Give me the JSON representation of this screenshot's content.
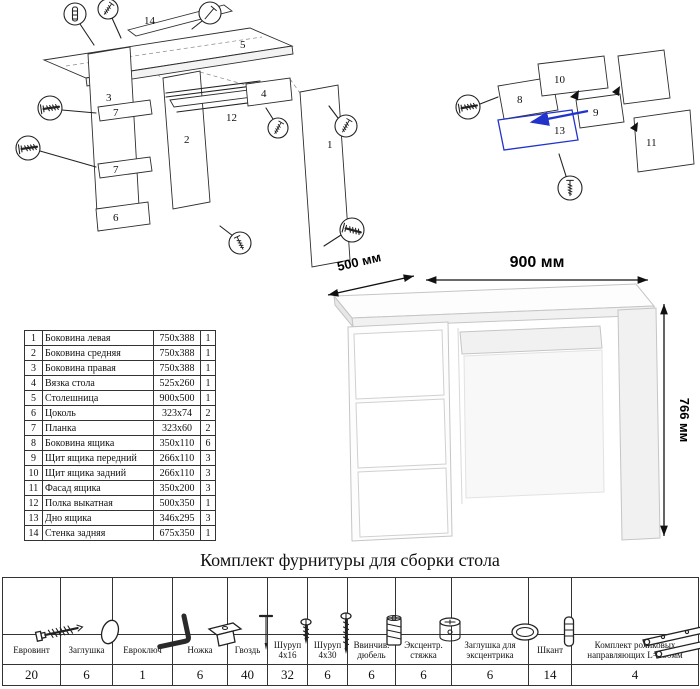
{
  "diagram": {
    "labels": {
      "n1": "1",
      "n2": "2",
      "n3": "3",
      "n4": "4",
      "n5": "5",
      "n6": "6",
      "n7a": "7",
      "n7b": "7",
      "n12": "12",
      "n14": "14",
      "n8": "8",
      "n9": "9",
      "n10": "10",
      "n11": "11",
      "n13": "13"
    },
    "accent_blue": "#2233cc"
  },
  "desk": {
    "dims": {
      "width": "900 мм",
      "depth": "500 мм",
      "height": "766 мм"
    }
  },
  "parts_table": {
    "rows": [
      {
        "num": "1",
        "name": "Боковина левая",
        "size": "750x388",
        "qty": "1"
      },
      {
        "num": "2",
        "name": "Боковина средняя",
        "size": "750x388",
        "qty": "1"
      },
      {
        "num": "3",
        "name": "Боковина правая",
        "size": "750x388",
        "qty": "1"
      },
      {
        "num": "4",
        "name": "Вязка стола",
        "size": "525x260",
        "qty": "1"
      },
      {
        "num": "5",
        "name": "Столешница",
        "size": "900x500",
        "qty": "1"
      },
      {
        "num": "6",
        "name": "Цоколь",
        "size": "323x74",
        "qty": "2"
      },
      {
        "num": "7",
        "name": "Планка",
        "size": "323x60",
        "qty": "2"
      },
      {
        "num": "8",
        "name": "Боковина ящика",
        "size": "350x110",
        "qty": "6"
      },
      {
        "num": "9",
        "name": "Щит ящика передний",
        "size": "266x110",
        "qty": "3"
      },
      {
        "num": "10",
        "name": "Щит ящика задний",
        "size": "266x110",
        "qty": "3"
      },
      {
        "num": "11",
        "name": "Фасад ящика",
        "size": "350x200",
        "qty": "3"
      },
      {
        "num": "12",
        "name": "Полка выкатная",
        "size": "500x350",
        "qty": "1"
      },
      {
        "num": "13",
        "name": "Дно ящика",
        "size": "346x295",
        "qty": "3"
      },
      {
        "num": "14",
        "name": "Стенка задняя",
        "size": "675x350",
        "qty": "1"
      }
    ]
  },
  "hardware": {
    "title": "Комплект фурнитуры для сборки стола",
    "items": [
      {
        "name": "Евровинт",
        "qty": "20",
        "icon": "confirmat-screw-icon"
      },
      {
        "name": "Заглушка",
        "qty": "6",
        "icon": "cap-icon"
      },
      {
        "name": "Евроключ",
        "qty": "1",
        "icon": "hex-key-icon"
      },
      {
        "name": "Ножка",
        "qty": "6",
        "icon": "foot-icon"
      },
      {
        "name": "Гвоздь",
        "qty": "40",
        "icon": "nail-icon"
      },
      {
        "name": "Шуруп 4x16",
        "qty": "32",
        "icon": "screw-4x16-icon"
      },
      {
        "name": "Шуруп 4x30",
        "qty": "6",
        "icon": "screw-4x30-icon"
      },
      {
        "name": "Ввинчив. дюбель",
        "qty": "6",
        "icon": "screw-in-dowel-icon"
      },
      {
        "name": "Эксцентр. стяжка",
        "qty": "6",
        "icon": "cam-lock-icon"
      },
      {
        "name": "Заглушка для эксцентрика",
        "qty": "6",
        "icon": "cam-cap-icon"
      },
      {
        "name": "Шкант",
        "qty": "14",
        "icon": "wood-dowel-icon"
      },
      {
        "name": "Комплект роликовых направляющих L=350мм",
        "qty": "4",
        "icon": "drawer-slides-icon"
      }
    ]
  }
}
